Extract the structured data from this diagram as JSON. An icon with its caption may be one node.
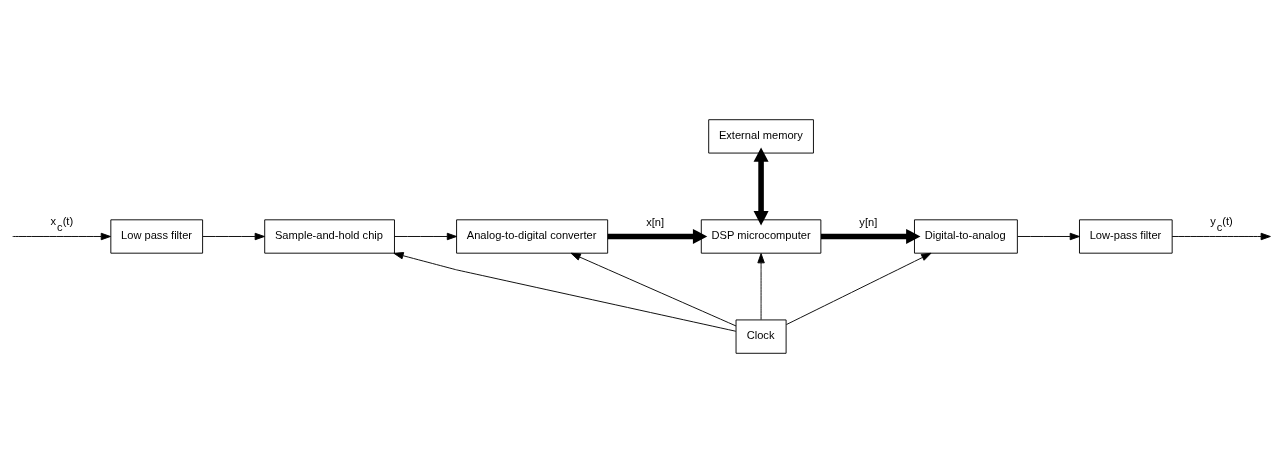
{
  "diagram": {
    "nodes": [
      {
        "text": [
          "Low pass filter"
        ]
      },
      {
        "text": [
          "External memory"
        ]
      },
      {
        "text": [
          "Sample-and-hold chip"
        ]
      },
      {
        "text": [
          "Analog-to-digital converter"
        ]
      },
      {
        "text": [
          "DSP microcomputer"
        ]
      },
      {
        "text": [
          "Digital-to-analog"
        ]
      },
      {
        "text": [
          "Low-pass filter"
        ]
      },
      {
        "text": [
          "Clock"
        ]
      }
    ],
    "edges": [
      {
        "from": null,
        "to": 0,
        "arrow": "to",
        "label": "x$_{c}$(t)"
      },
      {
        "from": 0,
        "to": 2,
        "arrow": "to"
      },
      {
        "from": 2,
        "to": 3,
        "arrow": "to"
      },
      {
        "from": 3,
        "to": 4,
        "arrow": "to",
        "label": "x[n]",
        "style": "thick"
      },
      {
        "from": 1,
        "to": 4,
        "arrow": "both",
        "style": "thick"
      },
      {
        "from": 4,
        "to": 5,
        "arrow": "to",
        "label": "y[n]",
        "style": "thick"
      },
      {
        "from": 5,
        "to": 6,
        "arrow": "to"
      },
      {
        "from": 6,
        "to": null,
        "arrow": "to",
        "label": "y$_{c}$(t)"
      },
      {
        "from": 7,
        "to": 2,
        "arrow": "to"
      },
      {
        "from": 7,
        "to": 3,
        "arrow": "to"
      },
      {
        "from": 7,
        "to": 4,
        "arrow": "to"
      },
      {
        "from": 7,
        "to": 5,
        "arrow": "to"
      }
    ]
  }
}
